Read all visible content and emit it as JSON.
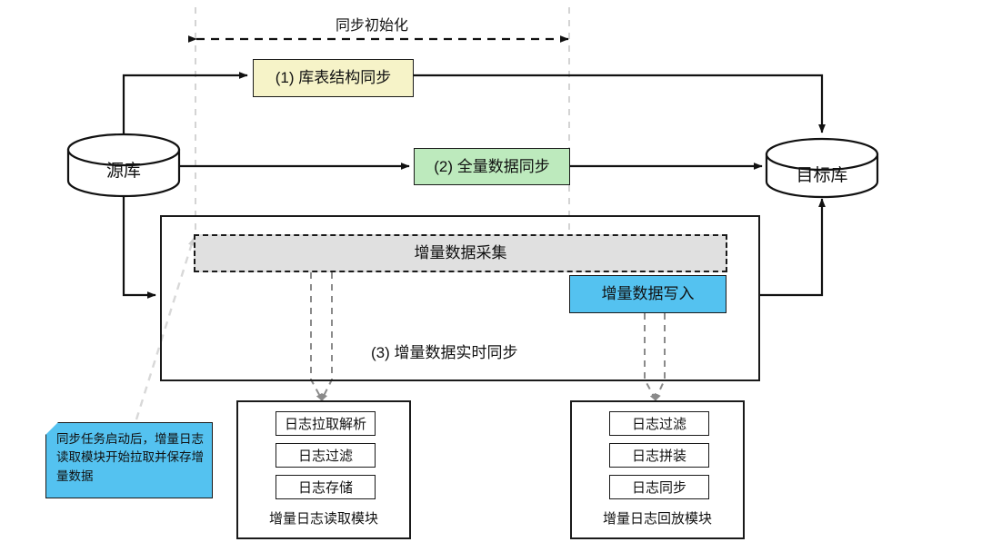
{
  "diagram": {
    "title_label": "同步初始化",
    "source_db": {
      "label": "源库"
    },
    "target_db": {
      "label": "目标库"
    },
    "steps": {
      "step1": "(1) 库表结构同步",
      "step2": "(2) 全量数据同步",
      "step3": "(3) 增量数据实时同步"
    },
    "incremental": {
      "capture": "增量数据采集",
      "write": "增量数据写入"
    },
    "note": "同步任务启动后，增量日志读取模块开始拉取并保存增量数据",
    "modules": [
      {
        "title": "增量日志读取模块",
        "items": [
          "日志拉取解析",
          "日志过滤",
          "日志存储"
        ]
      },
      {
        "title": "增量日志回放模块",
        "items": [
          "日志过滤",
          "日志拼装",
          "日志同步"
        ]
      }
    ],
    "colors": {
      "step1_fill": "#f6f3c8",
      "step2_fill": "#bdeabd",
      "capture_fill": "#e0e0e0",
      "write_fill": "#54c2f0",
      "note_fill": "#54c2f0",
      "stroke": "#1a1a1a",
      "guide": "#d0d0d0",
      "dashed_connector": "#8a8a8a"
    }
  }
}
